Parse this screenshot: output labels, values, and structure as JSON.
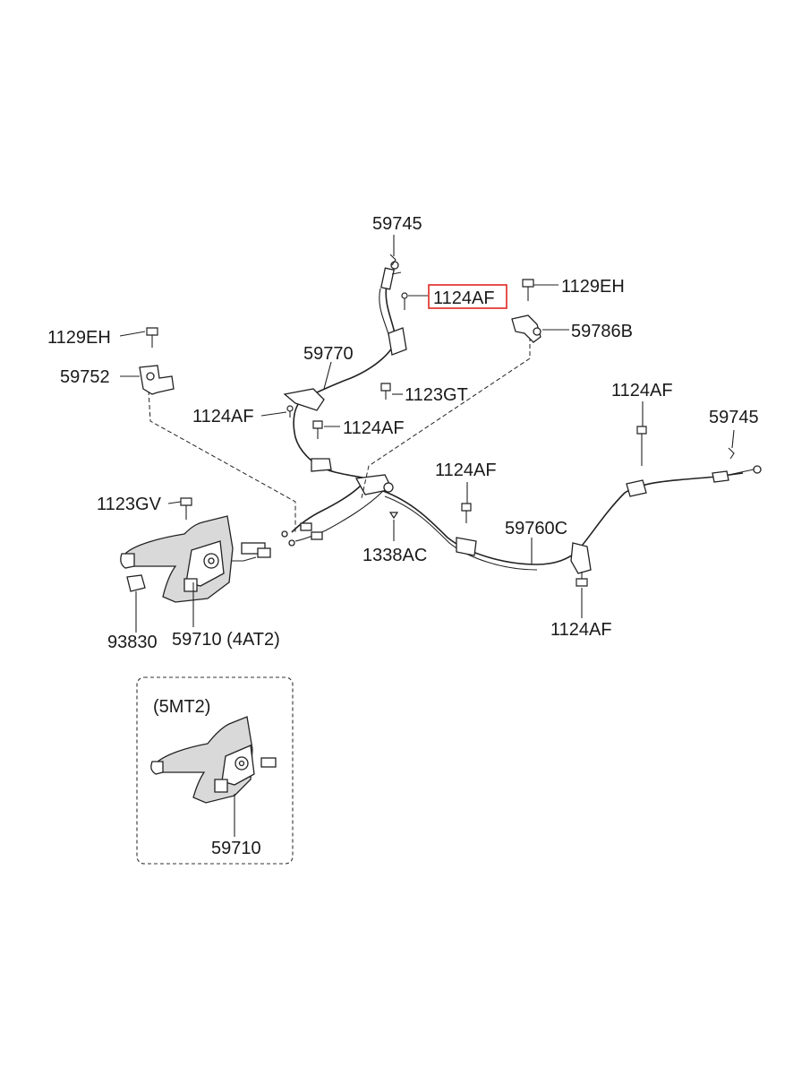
{
  "labels": {
    "p59745_top": "59745",
    "p1124af_hl": "1124AF",
    "p1129eh_right": "1129EH",
    "p59786b": "59786B",
    "p1129eh_left": "1129EH",
    "p59770": "59770",
    "p59752": "59752",
    "p1123gt": "1123GT",
    "p1124af_a": "1124AF",
    "p1124af_b": "1124AF",
    "p1124af_right": "1124AF",
    "p59745_right": "59745",
    "p1124af_mid": "1124AF",
    "p1123gv": "1123GV",
    "p59760c": "59760C",
    "p1338ac": "1338AC",
    "p1124af_bottom": "1124AF",
    "p93830": "93830",
    "p59710_4at2": "59710 (4AT2)",
    "variant_title": "(5MT2)",
    "p59710_5mt2": "59710"
  },
  "highlight": {
    "part": "1124AF",
    "color": "#e0261f"
  }
}
